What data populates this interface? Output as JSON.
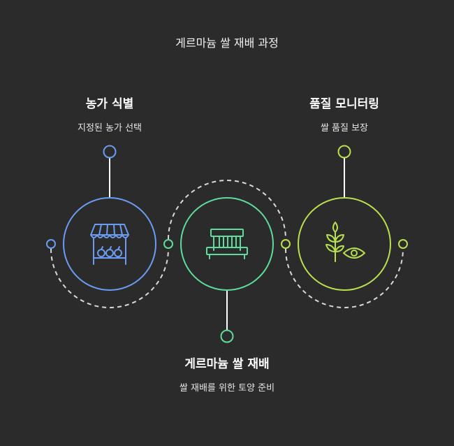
{
  "title": "게르마늄 쌀 재배 과정",
  "steps": [
    {
      "title": "농가 식별",
      "description": "지정된 농가 선택",
      "icon": "market-stall-icon",
      "color": "#6b9cf2"
    },
    {
      "title": "게르마늄 쌀 재배",
      "description": "쌀 재배를 위한 토양 준비",
      "icon": "seed-tray-icon",
      "color": "#5fdc9c"
    },
    {
      "title": "품질 모니터링",
      "description": "쌀 품질 보장",
      "icon": "plant-eye-icon",
      "color": "#b9e04f"
    }
  ],
  "colors": {
    "background": "#2b2b2b",
    "dashed": "#d9d9d9"
  }
}
